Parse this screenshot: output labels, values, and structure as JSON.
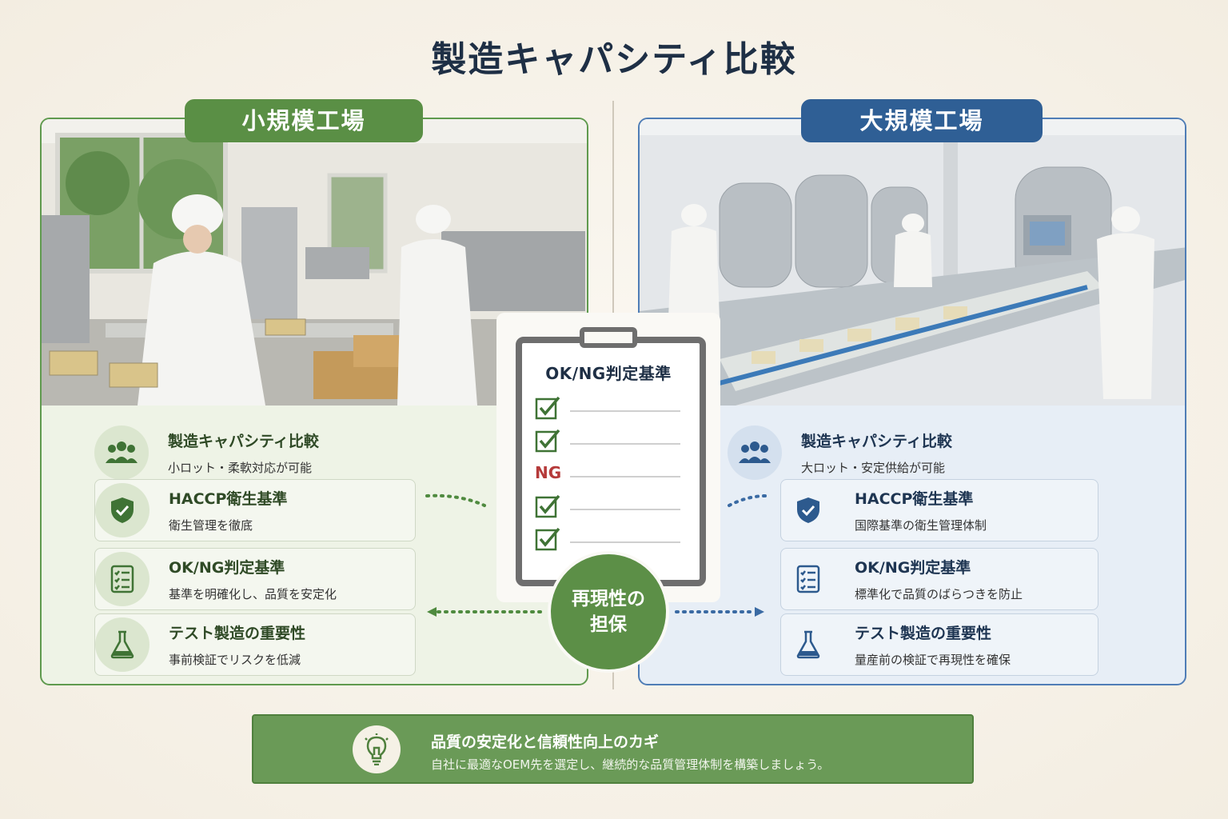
{
  "title": "製造キャパシティ比較",
  "center_label": "再現性の担保",
  "left": {
    "tag": "小規模工場",
    "items": [
      {
        "title": "製造キャパシティ比較",
        "sub": "小ロット・柔軟対応が可能",
        "icon": "people-icon"
      },
      {
        "title": "HACCP衛生基準",
        "sub": "衛生管理を徹底",
        "icon": "shield-check-icon"
      },
      {
        "title": "OK/NG判定基準",
        "sub": "基準を明確化し、品質を安定化",
        "icon": "checklist-icon"
      },
      {
        "title": "テスト製造の重要性",
        "sub": "事前検証でリスクを低減",
        "icon": "flask-icon"
      }
    ]
  },
  "right": {
    "tag": "大規模工場",
    "items": [
      {
        "title": "製造キャパシティ比較",
        "sub": "大ロット・安定供給が可能",
        "icon": "people-icon"
      },
      {
        "title": "HACCP衛生基準",
        "sub": "国際基準の衛生管理体制",
        "icon": "shield-check-icon"
      },
      {
        "title": "OK/NG判定基準",
        "sub": "標準化で品質のばらつきを防止",
        "icon": "checklist-icon"
      },
      {
        "title": "テスト製造の重要性",
        "sub": "量産前の検証で再現性を確保",
        "icon": "flask-icon"
      }
    ]
  },
  "clipboard": {
    "title": "OK/NG判定基準",
    "rows": [
      "check",
      "check",
      "NG",
      "check",
      "check"
    ],
    "ng_label": "NG"
  },
  "footer": {
    "title": "品質の安定化と信頼性向上のカギ",
    "sub": "自社に最適なOEM先を選定し、継続的な品質管理体制を構築しましょう。",
    "icon": "lightbulb-icon"
  },
  "colors": {
    "green": "#5a8f45",
    "blue": "#2f5f95",
    "ng_red": "#b53a3a"
  }
}
